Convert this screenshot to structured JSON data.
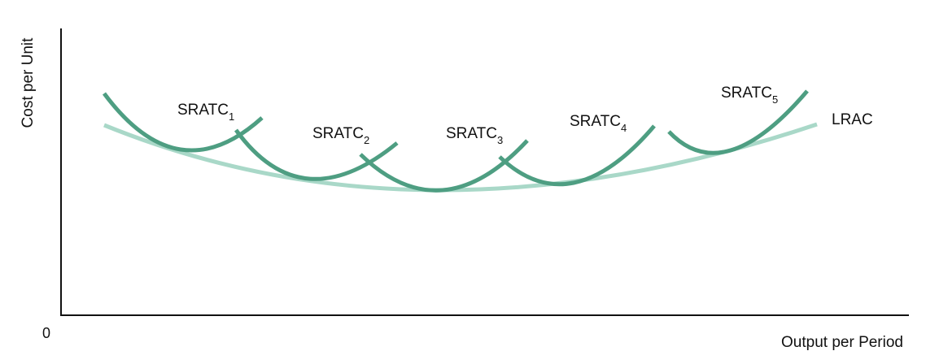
{
  "chart_data": {
    "type": "line",
    "title": "",
    "xlabel": "Output per Period",
    "ylabel": "Cost per Unit",
    "origin_label": "0",
    "grid": false,
    "colors": {
      "sratc": "#4e9e82",
      "lrac": "#a9d8c8",
      "axis": "#111111"
    },
    "series": [
      {
        "name": "SRATC",
        "subscript": "1",
        "kind": "short-run",
        "points": [
          [
            128,
            115
          ],
          [
            222,
            184
          ],
          [
            322,
            145
          ]
        ]
      },
      {
        "name": "SRATC",
        "subscript": "2",
        "kind": "short-run",
        "points": [
          [
            290,
            160
          ],
          [
            380,
            220
          ],
          [
            488,
            176
          ]
        ]
      },
      {
        "name": "SRATC",
        "subscript": "3",
        "kind": "short-run",
        "points": [
          [
            443,
            190
          ],
          [
            544,
            234
          ],
          [
            648,
            173
          ]
        ]
      },
      {
        "name": "SRATC",
        "subscript": "4",
        "kind": "short-run",
        "points": [
          [
            614,
            193
          ],
          [
            705,
            225
          ],
          [
            804,
            155
          ]
        ]
      },
      {
        "name": "SRATC",
        "subscript": "5",
        "kind": "short-run",
        "points": [
          [
            822,
            162
          ],
          [
            898,
            185
          ],
          [
            992,
            112
          ]
        ]
      },
      {
        "name": "LRAC",
        "subscript": "",
        "kind": "long-run",
        "points": [
          [
            128,
            154
          ],
          [
            544,
            234
          ],
          [
            1004,
            153
          ]
        ]
      }
    ]
  }
}
